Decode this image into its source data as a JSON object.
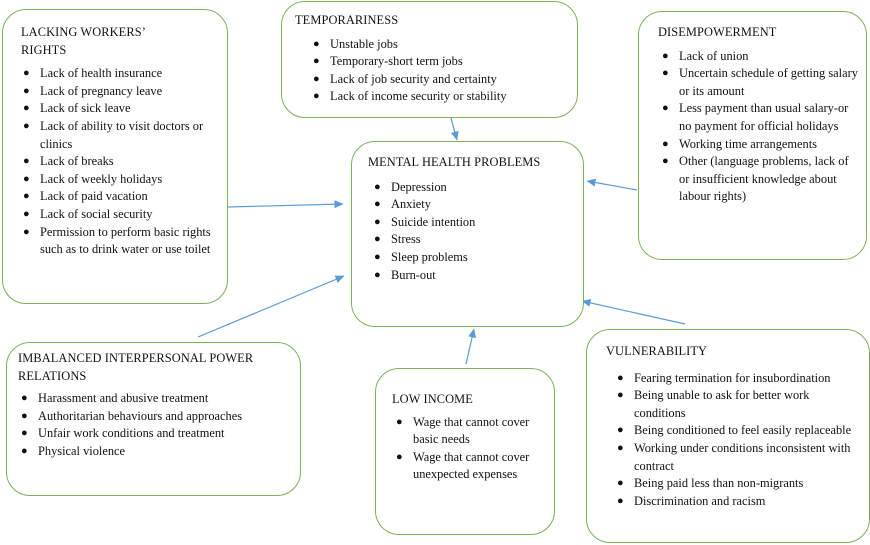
{
  "colors": {
    "box_border": "#7ab35a",
    "arrow": "#5b9bd5",
    "text": "#111111",
    "background": "#ffffff"
  },
  "boxes": {
    "lacking": {
      "title": "LACKING WORKERS’\nRIGHTS",
      "items": [
        "Lack of health insurance",
        "Lack of pregnancy leave",
        "Lack of sick leave",
        "Lack of ability to visit doctors or clinics",
        "Lack of breaks",
        "Lack of weekly holidays",
        "Lack of paid vacation",
        "Lack of social security",
        "Permission to perform basic rights such as to drink water or use toilet"
      ]
    },
    "temporariness": {
      "title": "TEMPORARINESS",
      "items": [
        "Unstable jobs",
        "Temporary-short term jobs",
        "Lack of job security and certainty",
        "Lack of income security or stability"
      ]
    },
    "disempowerment": {
      "title": "DISEMPOWERMENT",
      "items": [
        "Lack of union",
        "Uncertain schedule of getting salary or its amount",
        "Less payment than usual salary-or no payment for official holidays",
        "Working time arrangements",
        "Other (language problems, lack of or insufficient knowledge about labour rights)"
      ]
    },
    "mental": {
      "title": "MENTAL HEALTH PROBLEMS",
      "items": [
        "Depression",
        "Anxiety",
        "Suicide intention",
        "Stress",
        "Sleep problems",
        "Burn-out"
      ]
    },
    "power": {
      "title": "IMBALANCED INTERPERSONAL POWER\nRELATIONS",
      "items": [
        "Harassment and abusive treatment",
        "Authoritarian behaviours and approaches",
        "Unfair work conditions and treatment",
        "Physical violence"
      ]
    },
    "income": {
      "title": "LOW INCOME",
      "items": [
        "Wage that cannot cover basic needs",
        "Wage that cannot cover unexpected expenses"
      ]
    },
    "vulnerability": {
      "title": "VULNERABILITY",
      "items": [
        "Fearing termination for insubordination",
        "Being unable to ask for better work conditions",
        "Being conditioned to feel easily replaceable",
        "Working under conditions inconsistent with contract",
        "Being paid less than non-migrants",
        "Discrimination and racism"
      ]
    }
  },
  "arrows": [
    {
      "from": "lacking",
      "to": "mental"
    },
    {
      "from": "temporariness",
      "to": "mental"
    },
    {
      "from": "disempowerment",
      "to": "mental"
    },
    {
      "from": "power",
      "to": "mental"
    },
    {
      "from": "income",
      "to": "mental"
    },
    {
      "from": "vulnerability",
      "to": "mental"
    }
  ]
}
